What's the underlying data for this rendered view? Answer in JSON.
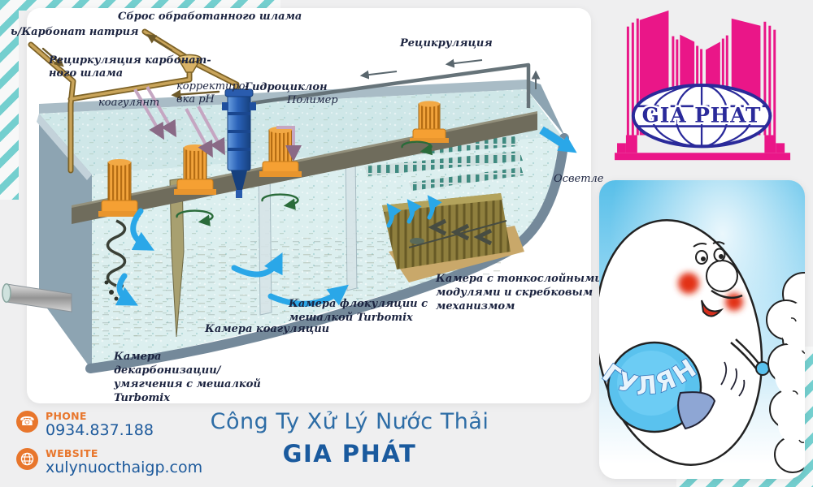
{
  "colors": {
    "background": "#efeff0",
    "stripe_teal": "#74cfcf",
    "logo_pink": "#ea1688",
    "logo_navy": "#2a2a9a",
    "accent_orange": "#e8762c",
    "text_blue": "#1d5a9c",
    "title_blue": "#2e6da6",
    "water": "#dcefef",
    "mixer_orange": "#f5a033",
    "pipe_gold": "#b08c42",
    "arrow_blue": "#2aa7e8"
  },
  "diagram": {
    "labels": {
      "discharge": "Сброс обработанного шлама",
      "carbonate": "ь/Карбонат натрия",
      "recirc_carbonate_1": "Рециркуляция карбонат-",
      "recirc_carbonate_2": "ного шлама",
      "coagulant": "коагулянт",
      "ph_1": "корректиро-",
      "ph_2": "вка pH",
      "hydrocyclone": "Гидроциклон",
      "polymer": "Полимер",
      "recirculation": "Рецикруляция",
      "clarified": "Осветле",
      "chamber_thin_1": "Камера с тонкослойными",
      "chamber_thin_2": "модулями и скребковым",
      "chamber_thin_3": "механизмом",
      "chamber_floc_1": "Камера флокуляции с",
      "chamber_floc_2": "мешалкой Turbomix",
      "chamber_coag": "Камера коагуляции",
      "chamber_decarb_1": "Камера",
      "chamber_decarb_2": "декарбонизации/",
      "chamber_decarb_3": "умягчения с мешалкой",
      "chamber_decarb_4": "Turbomix"
    }
  },
  "logo": {
    "text": "GIA PHAT"
  },
  "mascot": {
    "ring_text": "ГУЛЯНТ"
  },
  "footer": {
    "phone_label": "PHONE",
    "phone_number": "0934.837.188",
    "website_label": "WEBSITE",
    "website_url": "xulynuocthaigp.com",
    "company_line1": "Công Ty Xử Lý Nước Thải",
    "company_line2": "GIA PHÁT",
    "phone_icon": "☎"
  }
}
